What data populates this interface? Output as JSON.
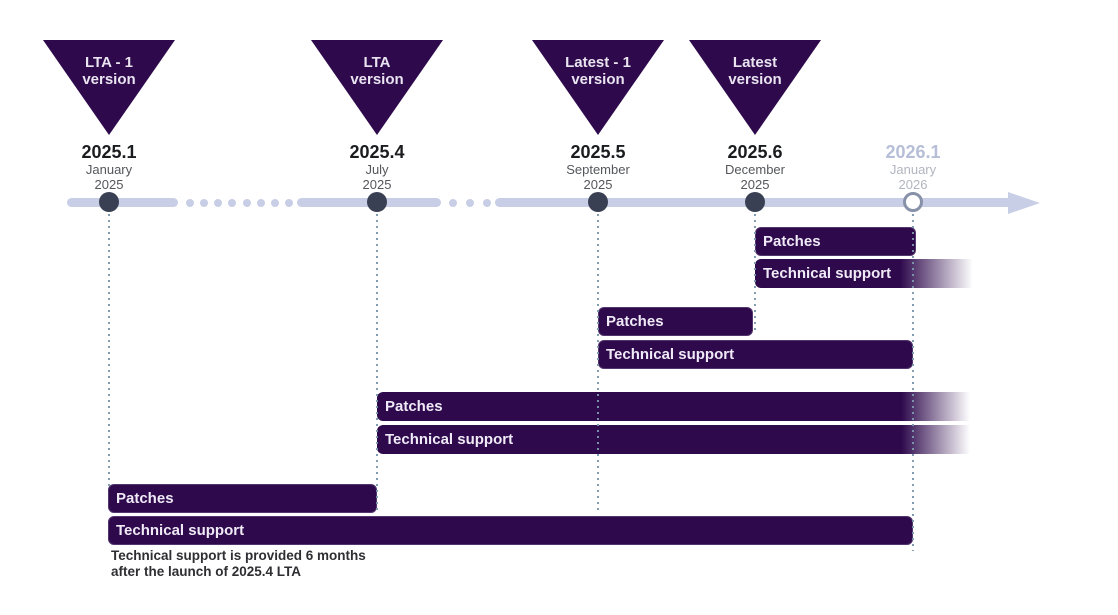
{
  "colors": {
    "primary_purple": "#2e0a4d",
    "timeline_lavender": "#c7cee5",
    "marker_dark": "#3a4053",
    "future_label": "#b6bed8",
    "dotted_line": "#7d97ab"
  },
  "milestones": [
    {
      "banner_line1": "LTA - 1",
      "banner_line2": "version",
      "version": "2025.1",
      "month": "January",
      "year": "2025"
    },
    {
      "banner_line1": "LTA",
      "banner_line2": "version",
      "version": "2025.4",
      "month": "July",
      "year": "2025"
    },
    {
      "banner_line1": "Latest - 1",
      "banner_line2": "version",
      "version": "2025.5",
      "month": "September",
      "year": "2025"
    },
    {
      "banner_line1": "Latest",
      "banner_line2": "version",
      "version": "2025.6",
      "month": "December",
      "year": "2025"
    },
    {
      "version": "2026.1",
      "month": "January",
      "year": "2026"
    }
  ],
  "support": {
    "groups": [
      {
        "version": "2025.6",
        "patches_label": "Patches",
        "tech_label": "Technical support"
      },
      {
        "version": "2025.5",
        "patches_label": "Patches",
        "tech_label": "Technical support"
      },
      {
        "version": "2025.4",
        "patches_label": "Patches",
        "tech_label": "Technical support"
      },
      {
        "version": "2025.1",
        "patches_label": "Patches",
        "tech_label": "Technical support"
      }
    ]
  },
  "footnote": {
    "line1": "Technical support is provided 6 months",
    "line2": "after the launch of 2025.4 LTA"
  }
}
